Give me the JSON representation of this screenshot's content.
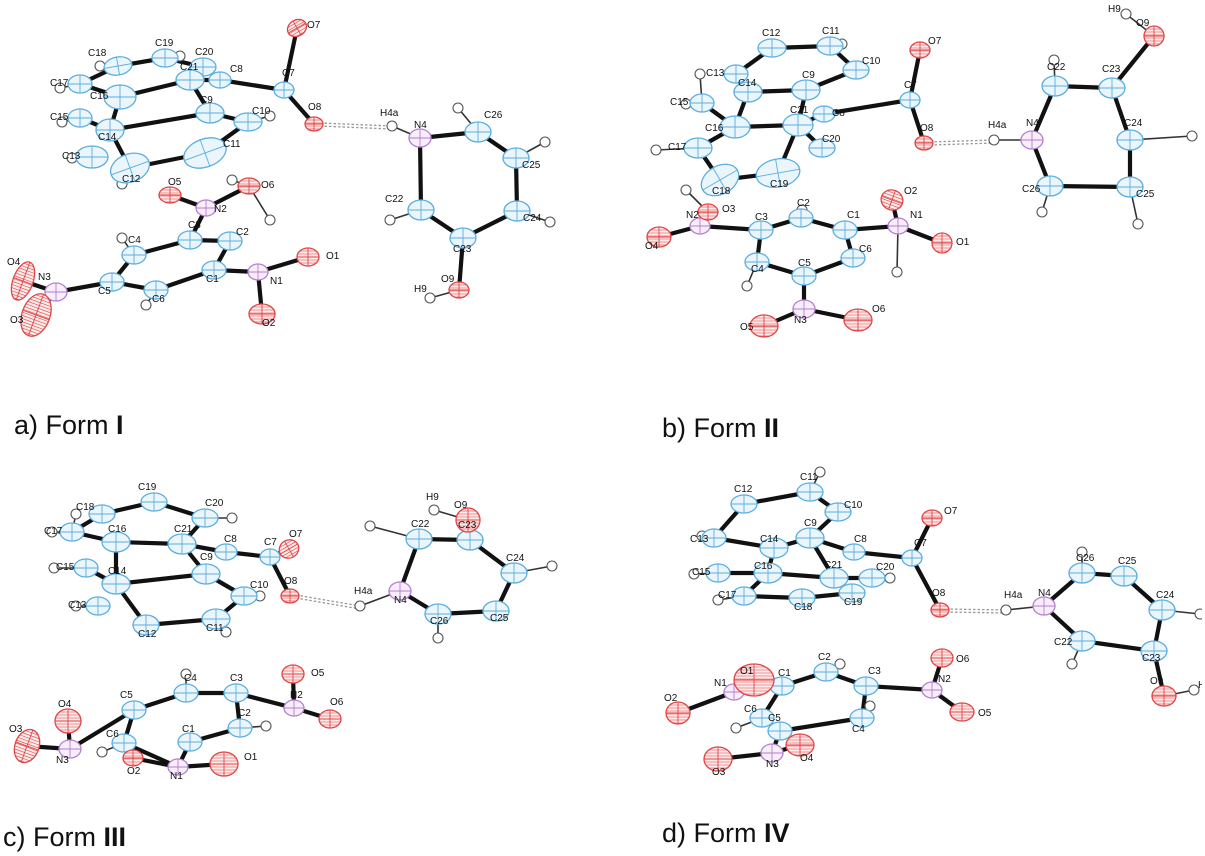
{
  "panels": [
    {
      "id": "a",
      "caption_prefix": "a) Form ",
      "caption_form": "I"
    },
    {
      "id": "b",
      "caption_prefix": "b) Form ",
      "caption_form": "II"
    },
    {
      "id": "c",
      "caption_prefix": "c) Form ",
      "caption_form": "III"
    },
    {
      "id": "d",
      "caption_prefix": "d) Form ",
      "caption_form": "IV"
    }
  ],
  "colors": {
    "carbon": "#5aaee0",
    "nitrogen": "#b57fcf",
    "oxygen": "#e04545",
    "hydrogen": "#555555",
    "bond": "#111111",
    "hydrogen_bond": "#999999"
  },
  "atom_labels": {
    "carbons": [
      "C1",
      "C2",
      "C3",
      "C4",
      "C5",
      "C6",
      "C7",
      "C8",
      "C9",
      "C10",
      "C11",
      "C12",
      "C13",
      "C14",
      "C15",
      "C16",
      "C17",
      "C18",
      "C19",
      "C20",
      "C21",
      "C22",
      "C23",
      "C24",
      "C25",
      "C26"
    ],
    "nitrogens": [
      "N1",
      "N2",
      "N3",
      "N4"
    ],
    "oxygens": [
      "O1",
      "O2",
      "O3",
      "O4",
      "O5",
      "O6",
      "O7",
      "O8",
      "O9"
    ],
    "hydrogens": [
      "H4a",
      "H9"
    ]
  }
}
